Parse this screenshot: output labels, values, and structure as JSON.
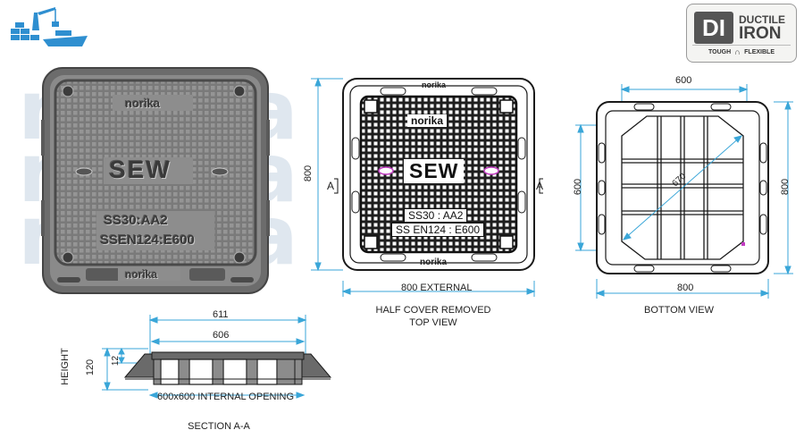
{
  "watermark": {
    "text": "norika"
  },
  "badge": {
    "mark": "DI",
    "line1": "DUCTILE",
    "line2": "IRON",
    "tag_left": "TOUGH",
    "tag_right": "FLEXIBLE"
  },
  "photo": {
    "brand": "norika",
    "code": "SEW",
    "class_line": "SS30:AA2",
    "standard_line": "SSEN124:E600",
    "brand_bottom": "norika"
  },
  "top_view": {
    "brand_top": "norika",
    "code": "SEW",
    "class_line": "SS30 : AA2",
    "standard_line": "SS EN124 : E600",
    "brand_bottom": "norika",
    "section_mark_left": "A",
    "section_mark_right": "A",
    "dim_height": "800",
    "dim_width": "800 EXTERNAL",
    "caption_line1": "HALF COVER REMOVED",
    "caption_line2": "TOP VIEW"
  },
  "bottom_view": {
    "dim_top": "600",
    "dim_left": "600",
    "dim_right": "800",
    "dim_bottom": "800",
    "dim_diagonal": "670",
    "caption": "BOTTOM VIEW"
  },
  "section": {
    "dim_top": "611",
    "dim_inner": "606",
    "dim_height": "120",
    "dim_flange": "12",
    "side_label": "HEIGHT",
    "opening_label": "600x600 INTERNAL OPENING",
    "caption": "SECTION A-A"
  },
  "colors": {
    "dimension": "#3aa6d8",
    "accent_magenta": "#c23cc2",
    "photo_grey": "#6e6e6e",
    "drawing_dark": "#1a1a1a"
  }
}
